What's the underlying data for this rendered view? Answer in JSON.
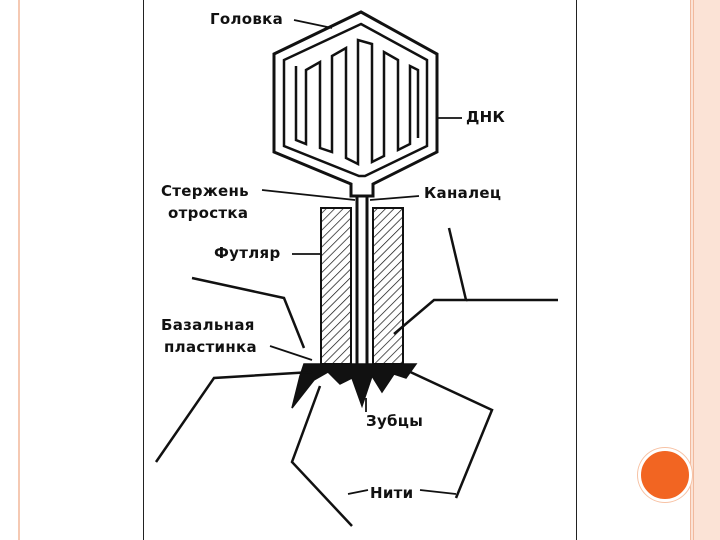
{
  "diagram": {
    "labels": {
      "head": "Головка",
      "dna": "ДНК",
      "tail_rod_1": "Стержень",
      "tail_rod_2": "отростка",
      "channel": "Каналец",
      "sheath": "Футляр",
      "base_plate_1": "Базальная",
      "base_plate_2": "пластинка",
      "teeth": "Зубцы",
      "fibers": "Нити"
    }
  },
  "colors": {
    "accent_circle": "#f26522",
    "slide_border": "#fbe3d6",
    "ink": "#111111"
  }
}
